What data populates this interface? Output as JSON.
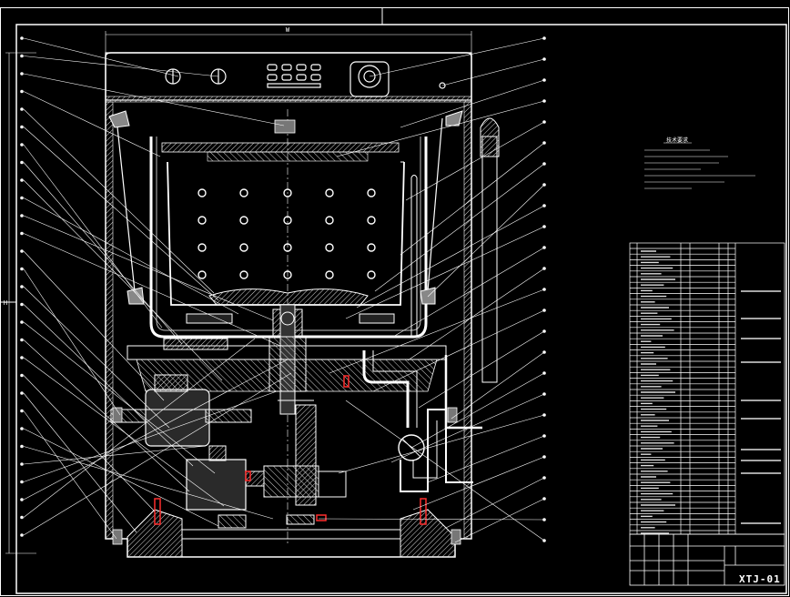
{
  "drawing": {
    "title_code": "XTJ-01",
    "top_dimension": "W",
    "left_dimension": "H",
    "tech_requirements_title": "技术要求"
  },
  "colors": {
    "background": "#000000",
    "outline": "#ffffff",
    "hatch": "#d7d7d7",
    "section_fill": "#555555",
    "accent_red": "#ff2d2d"
  }
}
